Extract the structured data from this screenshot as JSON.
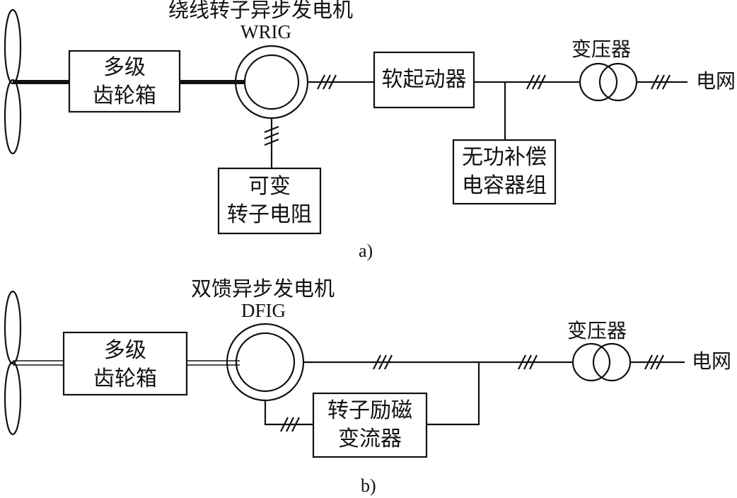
{
  "diagram_a": {
    "caption": "a)",
    "generator_name": "绕线转子异步发电机",
    "generator_abbr": "WRIG",
    "gearbox_line1": "多级",
    "gearbox_line2": "齿轮箱",
    "resistor_line1": "可变",
    "resistor_line2": "转子电阻",
    "soft_starter": "软起动器",
    "capacitor_line1": "无功补偿",
    "capacitor_line2": "电容器组",
    "transformer": "变压器",
    "grid": "电网"
  },
  "diagram_b": {
    "caption": "b)",
    "generator_name": "双馈异步发电机",
    "generator_abbr": "DFIG",
    "gearbox_line1": "多级",
    "gearbox_line2": "齿轮箱",
    "converter_line1": "转子励磁",
    "converter_line2": "变流器",
    "transformer": "变压器",
    "grid": "电网"
  },
  "colors": {
    "ink": "#111111",
    "background": "#ffffff"
  }
}
